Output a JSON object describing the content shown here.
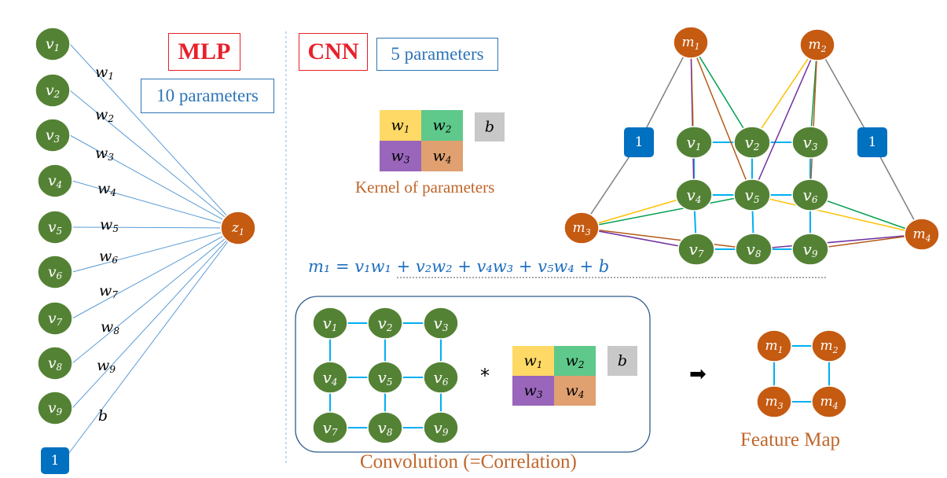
{
  "mlp": {
    "title": "MLP",
    "params": "10 parameters",
    "inputs": [
      "v1",
      "v2",
      "v3",
      "v4",
      "v5",
      "v6",
      "v7",
      "v8",
      "v9"
    ],
    "weights": [
      "w1",
      "w2",
      "w3",
      "w4",
      "w5",
      "w6",
      "w7",
      "w8",
      "w9",
      "b"
    ],
    "bias_node": "1",
    "output": "z1"
  },
  "cnn": {
    "title": "CNN",
    "params": "5 parameters",
    "kernel": [
      "w1",
      "w2",
      "w3",
      "w4"
    ],
    "bias": "b",
    "kernel_caption": "Kernel of parameters",
    "equation": "m₁ = v₁w₁ + v₂w₂ + v₄w₃ + v₅w₄ + b",
    "graph_outputs": [
      "m1",
      "m2",
      "m3",
      "m4"
    ],
    "graph_inputs": [
      "v1",
      "v2",
      "v3",
      "v4",
      "v5",
      "v6",
      "v7",
      "v8",
      "v9"
    ],
    "bias_node": "1",
    "convolution_caption": "Convolution (=Correlation)",
    "operator": "*",
    "arrow": "➡",
    "feature_caption": "Feature Map"
  },
  "colors": {
    "green_node": "#548235",
    "orange_node": "#c55a11",
    "blue_node": "#0070c0",
    "cyan_edge": "#00b0f0",
    "mlp_edge": "#5b9bd5",
    "kernel_w1": "#ffd966",
    "kernel_w2": "#5ec98b",
    "kernel_w3": "#9966bb",
    "kernel_w4": "#e0a070",
    "kernel_b": "#c8c8c8",
    "edge_gray": "#7f7f7f",
    "edge_purple": "#7030a0",
    "edge_green": "#00a050",
    "edge_yellow": "#ffc000",
    "edge_brown": "#b45a19"
  }
}
